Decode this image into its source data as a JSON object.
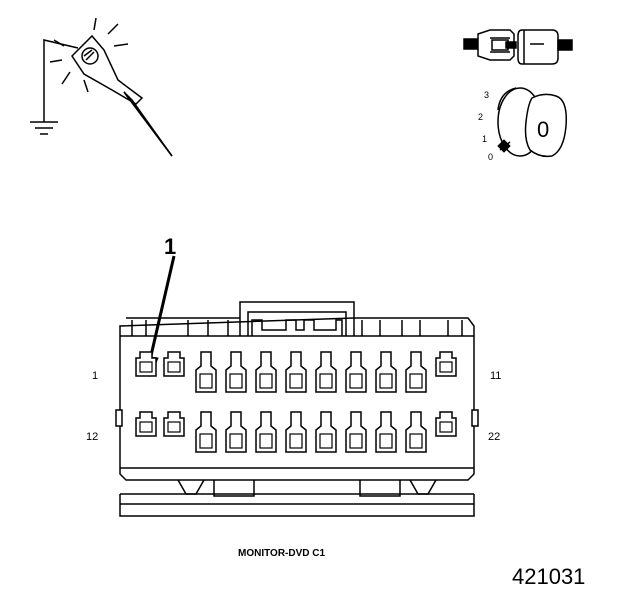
{
  "callout": {
    "label": "1"
  },
  "connector": {
    "name": "MONITOR-DVD C1",
    "pin_labels": {
      "top_left": "1",
      "top_right": "11",
      "bottom_left": "12",
      "bottom_right": "22"
    },
    "pin_count": 22
  },
  "ignition_key": {
    "positions": [
      "3",
      "2",
      "1",
      "0"
    ],
    "key_label": "0"
  },
  "figure_number": "421031",
  "icons": [
    "test-probe-ground-icon",
    "disconnected-connector-icon",
    "ignition-key-off-icon"
  ]
}
